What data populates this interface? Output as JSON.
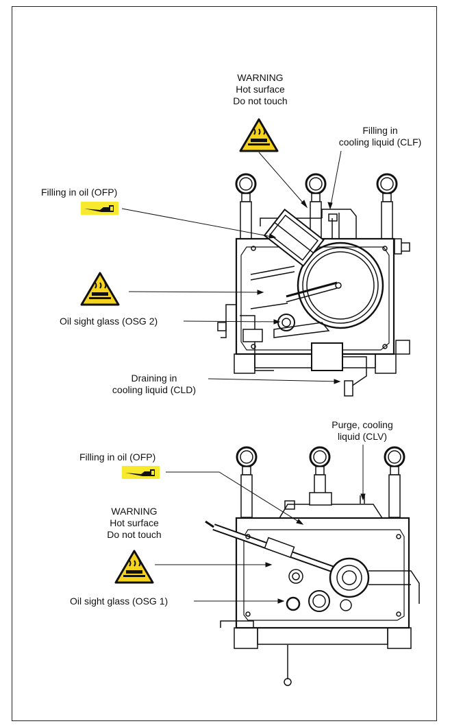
{
  "top": {
    "warning": [
      "WARNING",
      "Hot surface",
      "Do not touch"
    ],
    "clf": [
      "Filling in",
      "cooling liquid (CLF)"
    ],
    "ofp": "Filling in oil (OFP)",
    "osg": "Oil sight glass (OSG 2)",
    "cld": [
      "Draining in",
      "cooling liquid (CLD)"
    ]
  },
  "bottom": {
    "clv": [
      "Purge, cooling",
      "liquid (CLV)"
    ],
    "ofp": "Filling in oil (OFP)",
    "warning": [
      "WARNING",
      "Hot surface",
      "Do not touch"
    ],
    "osg": "Oil sight glass (OSG 1)"
  },
  "colors": {
    "warning_yellow": "#f4d21e",
    "oil_badge_yellow": "#f6e92e",
    "line": "#111111"
  },
  "icons": [
    "hot-surface-warning-icon",
    "oil-can-icon"
  ]
}
